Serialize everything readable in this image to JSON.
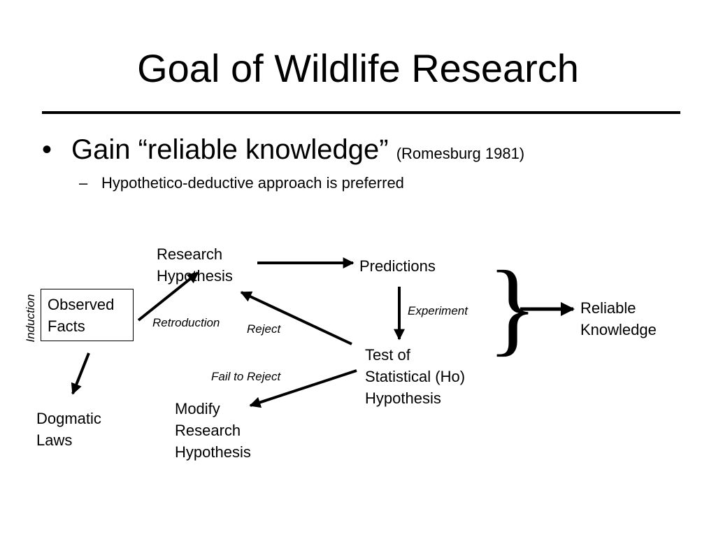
{
  "slide": {
    "title": "Goal of Wildlife Research",
    "bullets": [
      {
        "marker": "•",
        "text": "Gain “reliable knowledge”",
        "citation": "(Romesburg 1981)"
      },
      {
        "marker": "–",
        "text": "Hypothetico-deductive approach is preferred"
      }
    ]
  },
  "diagram": {
    "nodes": {
      "research_hypothesis": [
        "Research",
        "Hypothesis"
      ],
      "predictions": [
        "Predictions"
      ],
      "observed_facts": [
        "Observed",
        "Facts"
      ],
      "test_hypothesis": [
        "Test of",
        "Statistical (Ho)",
        "Hypothesis"
      ],
      "modify_hypothesis": [
        "Modify",
        "Research",
        "Hypothesis"
      ],
      "dogmatic_laws": [
        "Dogmatic",
        "Laws"
      ],
      "reliable_knowledge": [
        "Reliable",
        "Knowledge"
      ]
    },
    "edge_labels": {
      "induction": "Induction",
      "retroduction": "Retroduction",
      "reject": "Reject",
      "experiment": "Experiment",
      "fail_to_reject": "Fail to Reject"
    },
    "brace": "}"
  }
}
